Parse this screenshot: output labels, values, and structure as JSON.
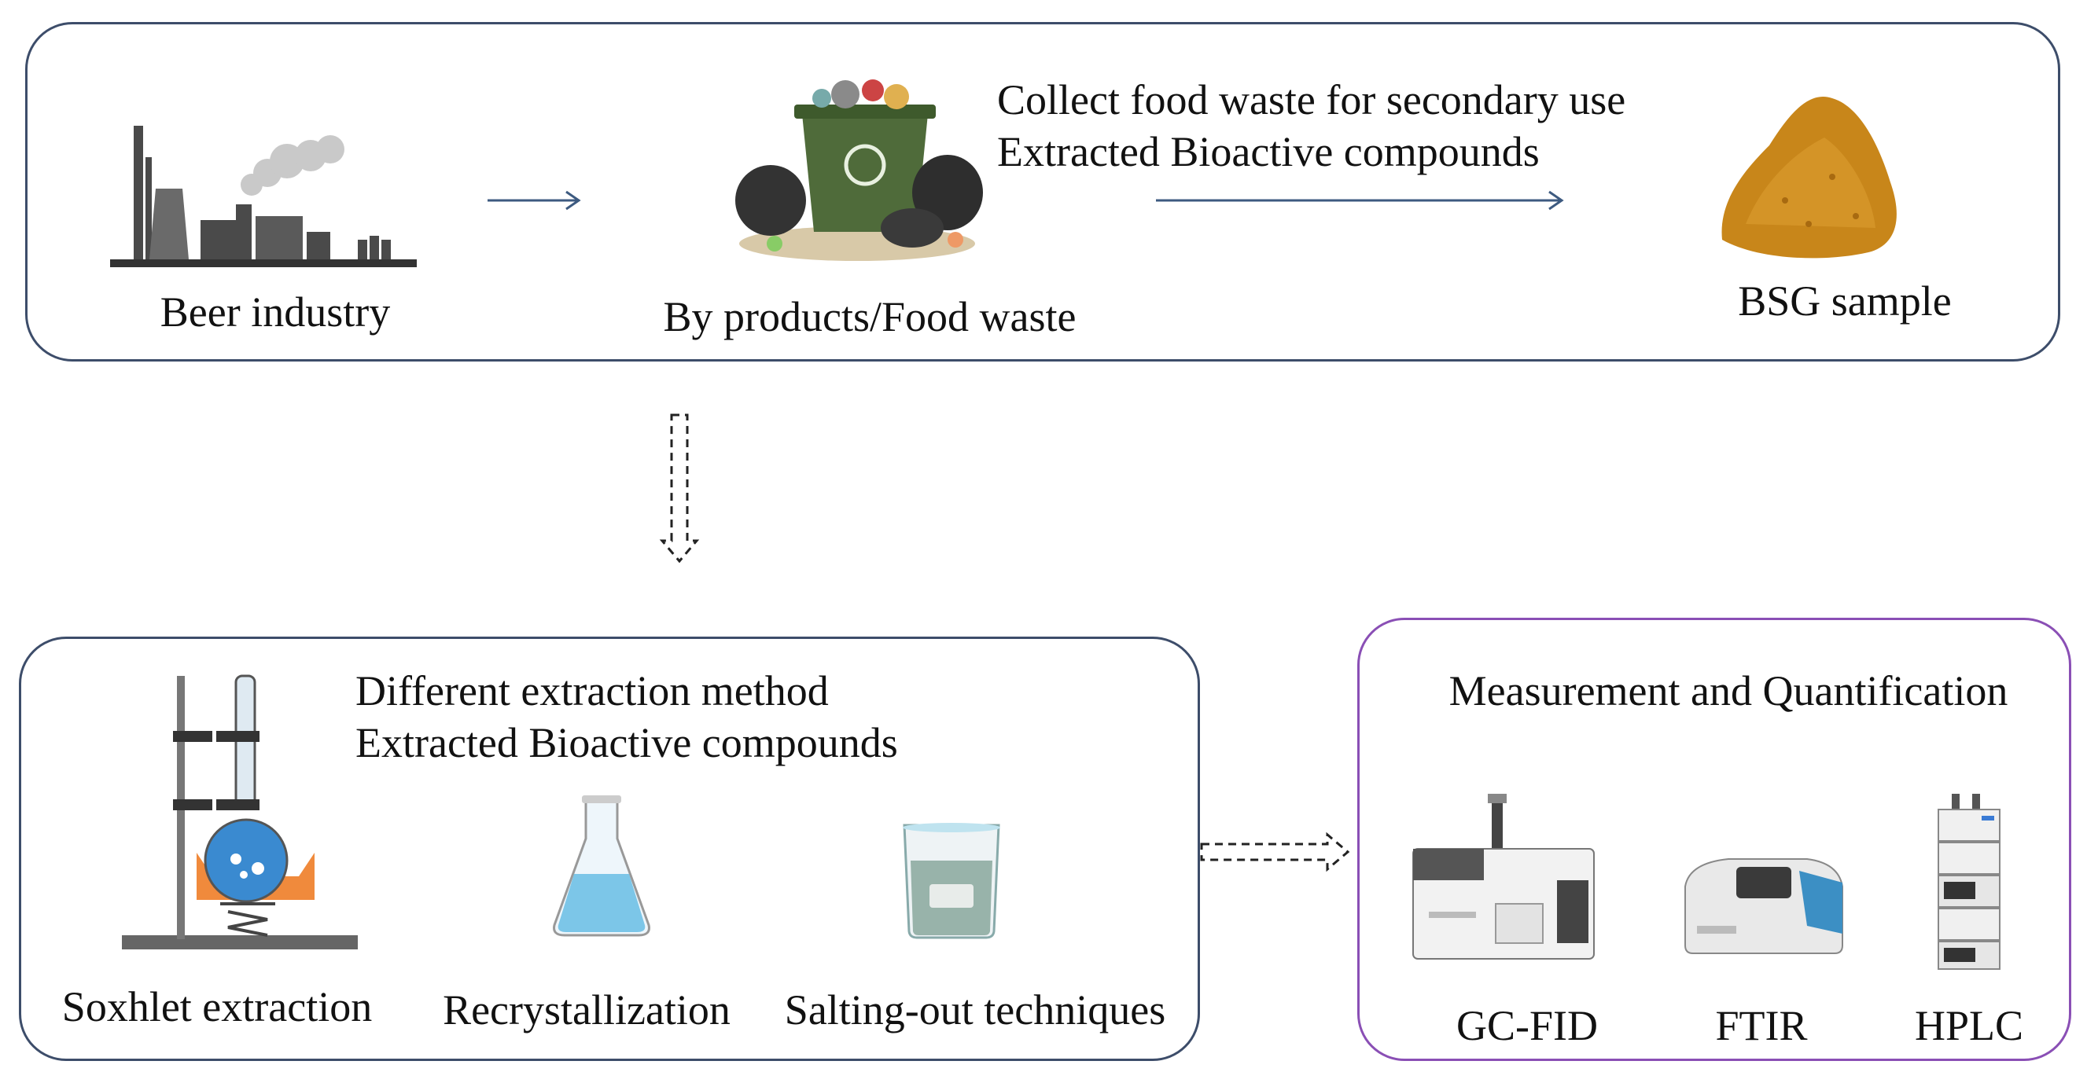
{
  "top": {
    "beer_label": "Beer industry",
    "waste_label": "By products/Food waste",
    "step_line1": "Collect food waste for secondary use",
    "step_line2": "Extracted Bioactive compounds",
    "bsg_label": "BSG sample"
  },
  "extraction": {
    "line1": "Different extraction method",
    "line2": "Extracted Bioactive compounds",
    "soxhlet_label": "Soxhlet extraction",
    "recryst_label": "Recrystallization",
    "salting_label": "Salting-out techniques"
  },
  "measurement": {
    "title": "Measurement and Quantification",
    "gc_label": "GC-FID",
    "ftir_label": "FTIR",
    "hplc_label": "HPLC"
  },
  "colors": {
    "panel_border": "#3d4d6a",
    "measurement_border": "#8a4fb5",
    "arrow": "#3d5a80",
    "bsg": "#c8861a"
  }
}
